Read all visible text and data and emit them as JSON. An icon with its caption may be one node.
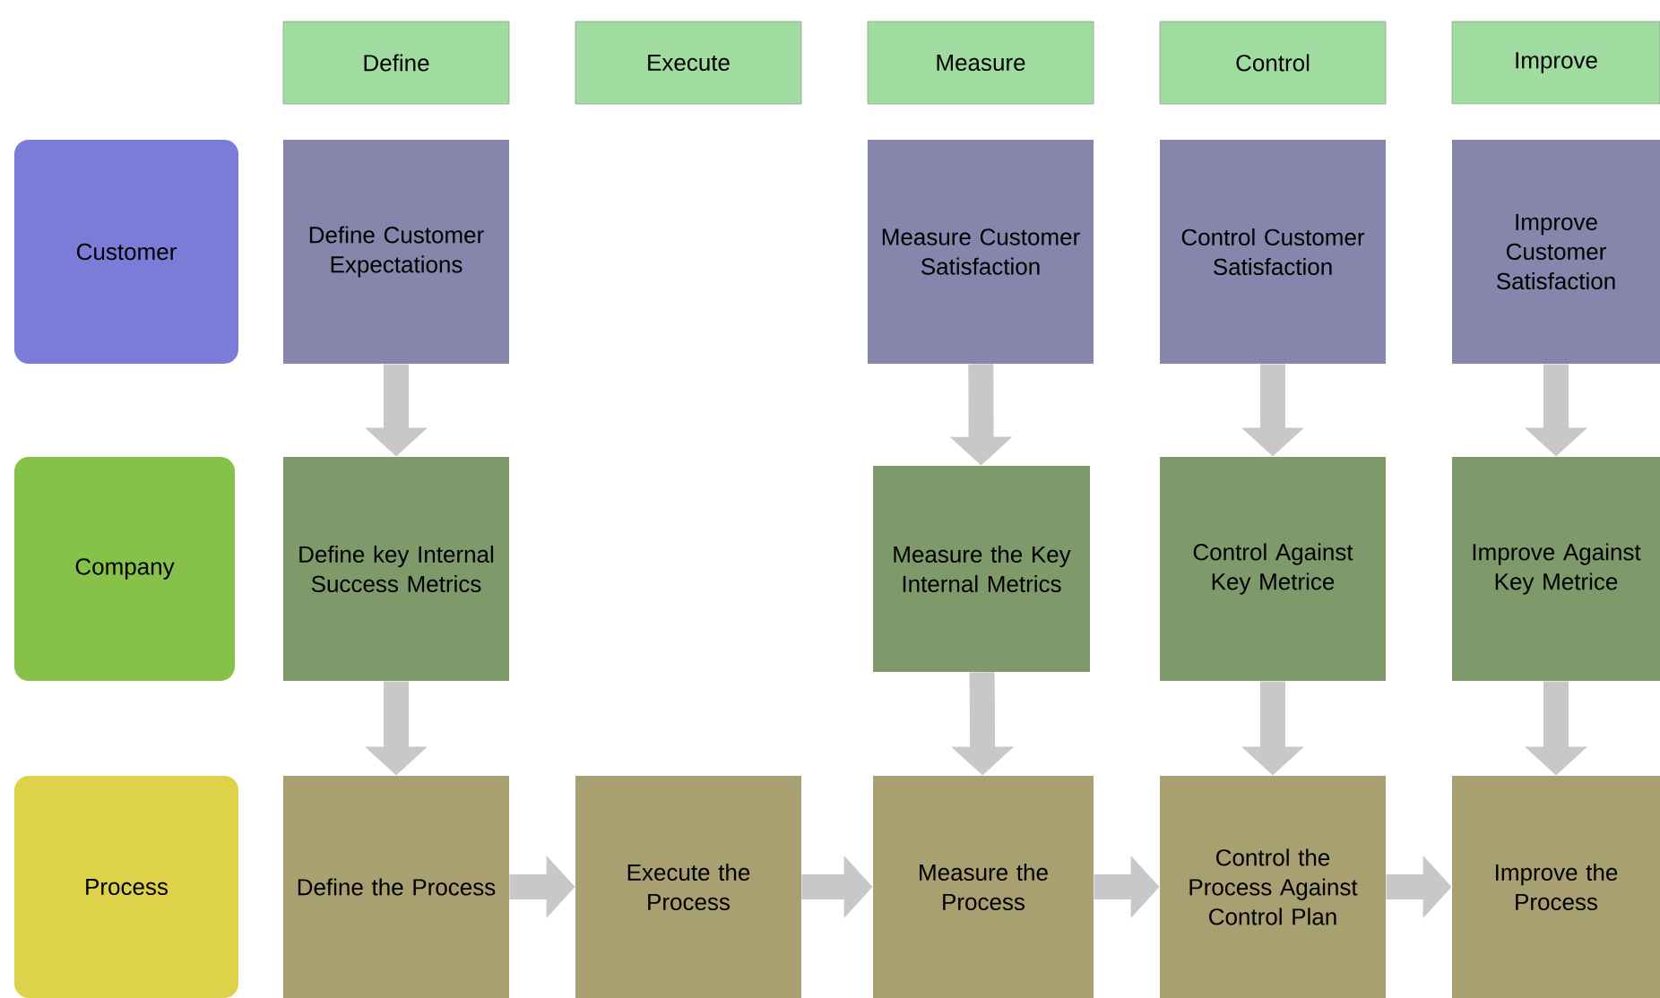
{
  "diagram": {
    "nodes": [
      {
        "text": [
          "Define"
        ]
      },
      {
        "text": [
          "Execute"
        ]
      },
      {
        "text": [
          "Measure"
        ]
      },
      {
        "text": [
          "Control"
        ]
      },
      {
        "text": [
          "Improve"
        ]
      },
      {
        "text": [
          "Customer"
        ]
      },
      {
        "text": [
          "Define Customer Expectations"
        ]
      },
      {
        "text": [
          "Measure Customer Satisfaction"
        ]
      },
      {
        "text": [
          "Control Customer Satisfaction"
        ]
      },
      {
        "text": [
          "Improve Customer Satisfaction"
        ]
      },
      {
        "text": [
          "Company"
        ]
      },
      {
        "text": [
          "Define key Internal Success Metrics"
        ]
      },
      {
        "text": [
          "Measure the Key Internal Metrics"
        ]
      },
      {
        "text": [
          "Control Against Key Metrice"
        ]
      },
      {
        "text": [
          "Improve Against Key Metrice"
        ]
      },
      {
        "text": [
          "Process"
        ]
      },
      {
        "text": [
          "Define the Process"
        ]
      },
      {
        "text": [
          "Execute the Process"
        ]
      },
      {
        "text": [
          "Measure the Process"
        ]
      },
      {
        "text": [
          "Control the Process Against Control Plan"
        ]
      },
      {
        "text": [
          "Improve the Process"
        ]
      }
    ],
    "edges": [
      {
        "from": 6,
        "to": 11,
        "arrow": "to"
      },
      {
        "from": 11,
        "to": 16,
        "arrow": "to"
      },
      {
        "from": 7,
        "to": 12,
        "arrow": "to"
      },
      {
        "from": 12,
        "to": 18,
        "arrow": "to"
      },
      {
        "from": 8,
        "to": 13,
        "arrow": "to"
      },
      {
        "from": 13,
        "to": 19,
        "arrow": "to"
      },
      {
        "from": 9,
        "to": 14,
        "arrow": "to"
      },
      {
        "from": 14,
        "to": 20,
        "arrow": "to"
      },
      {
        "from": 16,
        "to": 17,
        "arrow": "to"
      },
      {
        "from": 17,
        "to": 18,
        "arrow": "to"
      },
      {
        "from": 18,
        "to": 19,
        "arrow": "to"
      },
      {
        "from": 19,
        "to": 20,
        "arrow": "to"
      }
    ]
  }
}
